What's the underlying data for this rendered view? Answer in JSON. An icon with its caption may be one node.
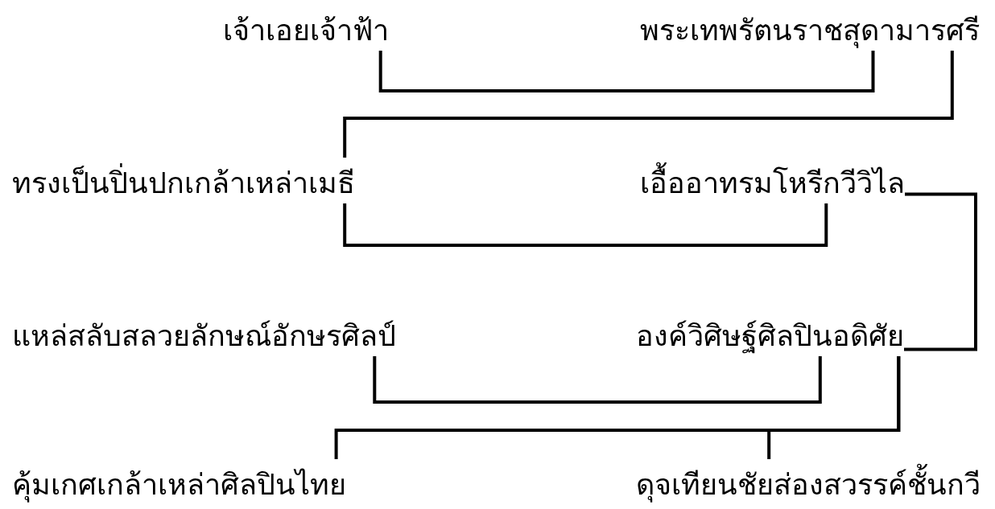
{
  "diagram": {
    "nodes": [
      {
        "text": [
          "เจ้าเอยเจ้าฟ้า"
        ]
      },
      {
        "text": [
          "พระเทพรัตนราชสุดามารศรี"
        ]
      },
      {
        "text": [
          "ทรงเป็นปิ่นปกเกล้าเหล่าเมธี"
        ]
      },
      {
        "text": [
          "เอื้ออาทรมโหรีกวีวิไล"
        ]
      },
      {
        "text": [
          "แหล่สลับสลวยลักษณ์อักษรศิลป์"
        ]
      },
      {
        "text": [
          "องค์วิศิษฐ์ศิลปินอดิศัย"
        ]
      },
      {
        "text": [
          "คุ้มเกศเกล้าเหล่าศิลปินไทย"
        ]
      },
      {
        "text": [
          "ดุจเทียนชัยส่องสวรรค์ชั้นกวี"
        ]
      }
    ],
    "edges": [
      {
        "from": 0,
        "to": 1,
        "arrow": "none"
      },
      {
        "from": 1,
        "to": 2,
        "arrow": "none"
      },
      {
        "from": 2,
        "to": 3,
        "arrow": "none"
      },
      {
        "from": 3,
        "to": 5,
        "arrow": "none"
      },
      {
        "from": 4,
        "to": 5,
        "arrow": "none"
      },
      {
        "from": 5,
        "to": 6,
        "arrow": "none"
      },
      {
        "from": 5,
        "to": 7,
        "arrow": "none"
      }
    ]
  }
}
